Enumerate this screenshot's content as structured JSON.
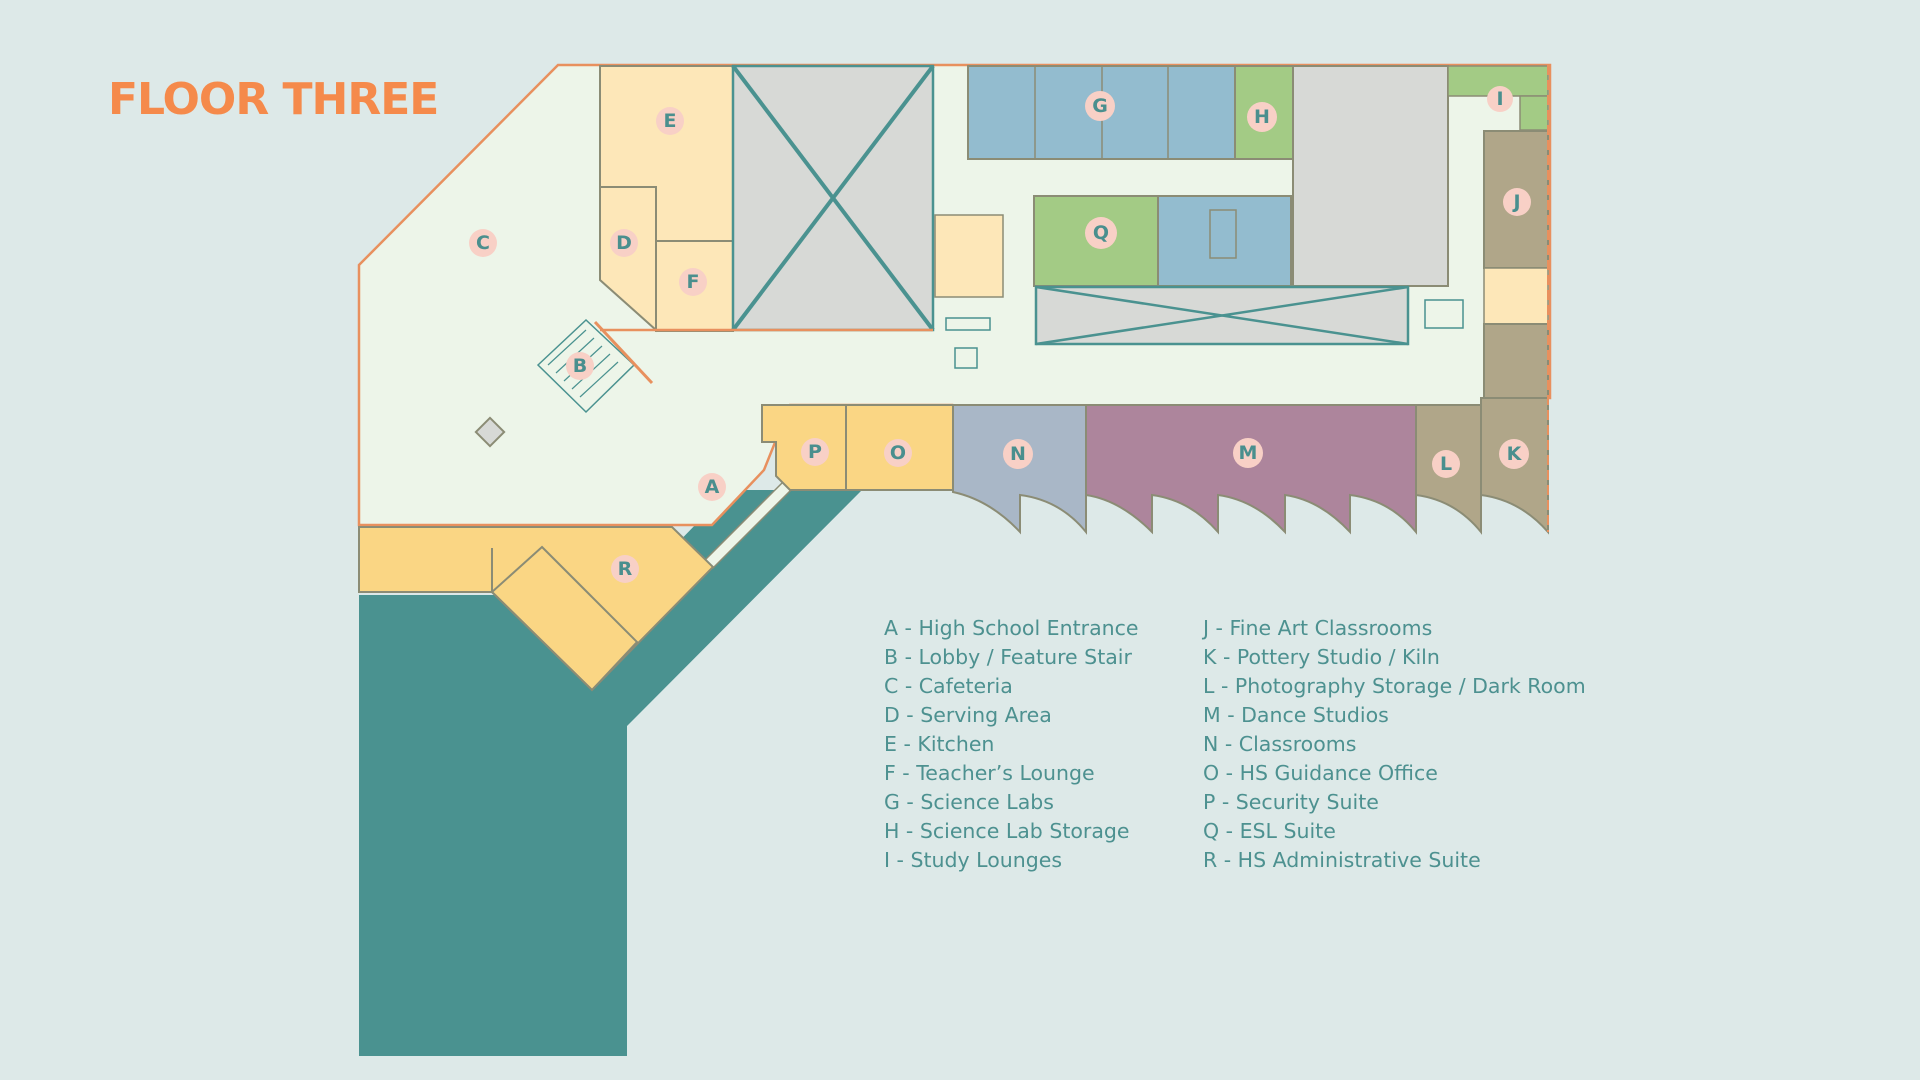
{
  "title": "FLOOR THREE",
  "colors": {
    "background": "#dde9e8",
    "title": "#f58a4b",
    "circulation": "#edf5e9",
    "admin_yellow": "#fad684",
    "kitchen": "#fde7b8",
    "science_blue": "#93bccf",
    "green": "#a3cb85",
    "open_gray": "#d7d9d6",
    "art_tan": "#b0a689",
    "classroom_slate": "#a9b7c7",
    "dance_purple": "#ad859c",
    "teal_base": "#4a9290",
    "wall_orange": "#e8905e",
    "label_text": "#4d9190"
  },
  "room_labels": [
    "A",
    "B",
    "C",
    "D",
    "E",
    "F",
    "G",
    "H",
    "I",
    "J",
    "K",
    "L",
    "M",
    "N",
    "O",
    "P",
    "Q",
    "R"
  ],
  "legend": {
    "left": [
      "A - High School Entrance",
      "B - Lobby / Feature Stair",
      "C - Cafeteria",
      "D - Serving Area",
      "E - Kitchen",
      "F - Teacher’s Lounge",
      "G - Science Labs",
      "H - Science Lab Storage",
      "I - Study Lounges"
    ],
    "right": [
      "J - Fine Art Classrooms",
      "K - Pottery Studio / Kiln",
      "L - Photography Storage / Dark Room",
      "M - Dance Studios",
      "N - Classrooms",
      "O - HS Guidance Office",
      "P - Security Suite",
      "Q - ESL Suite",
      "R - HS Administrative Suite"
    ]
  }
}
